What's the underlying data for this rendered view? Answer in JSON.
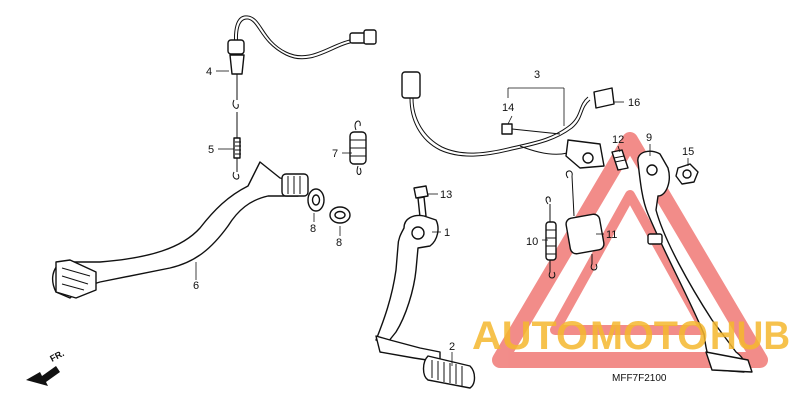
{
  "callouts": {
    "c1": "1",
    "c2": "2",
    "c3": "3",
    "c4": "4",
    "c5": "5",
    "c6": "6",
    "c7": "7",
    "c8a": "8",
    "c8b": "8",
    "c9": "9",
    "c10": "10",
    "c11": "11",
    "c12": "12",
    "c13": "13",
    "c14": "14",
    "c15": "15",
    "c16": "16"
  },
  "direction_label": "FR.",
  "diagram_code": "MFF7F2100",
  "watermark": {
    "text_part1": "AUTO",
    "text_part2": "MOTO",
    "text_part3": "HUB",
    "color_yellow": "#F5B82E",
    "color_red": "#E8302A"
  }
}
